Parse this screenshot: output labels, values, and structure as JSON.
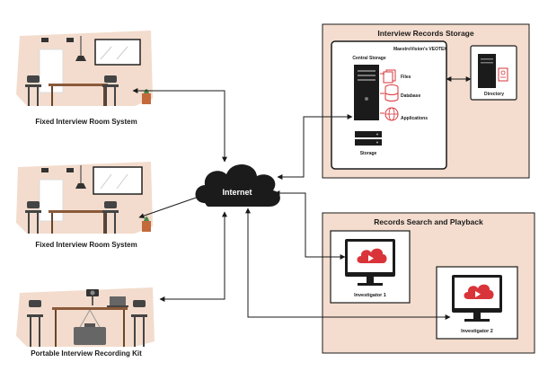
{
  "rooms": [
    {
      "label": "Fixed Interview Room System"
    },
    {
      "label": "Fixed Interview Room System"
    },
    {
      "label": "Portable Interview Recording Kit"
    }
  ],
  "internet": {
    "label": "Internet"
  },
  "storage_panel": {
    "title": "Interview Records Storage",
    "server_title": "MaestroVision's VEOTEK",
    "central_storage": "Central Storage",
    "files": "Files",
    "database": "Database",
    "applications": "Applications",
    "storage": "Storage",
    "directory": "Directory"
  },
  "playback_panel": {
    "title": "Records Search and Playback",
    "investigator_1": "Investigator 1",
    "investigator_2": "Investigator 2"
  },
  "colors": {
    "panel_fill": "#f4ddce",
    "wall_fill": "#f3dccd",
    "dark": "#1a1a1a",
    "accent_red": "#d9343a"
  }
}
